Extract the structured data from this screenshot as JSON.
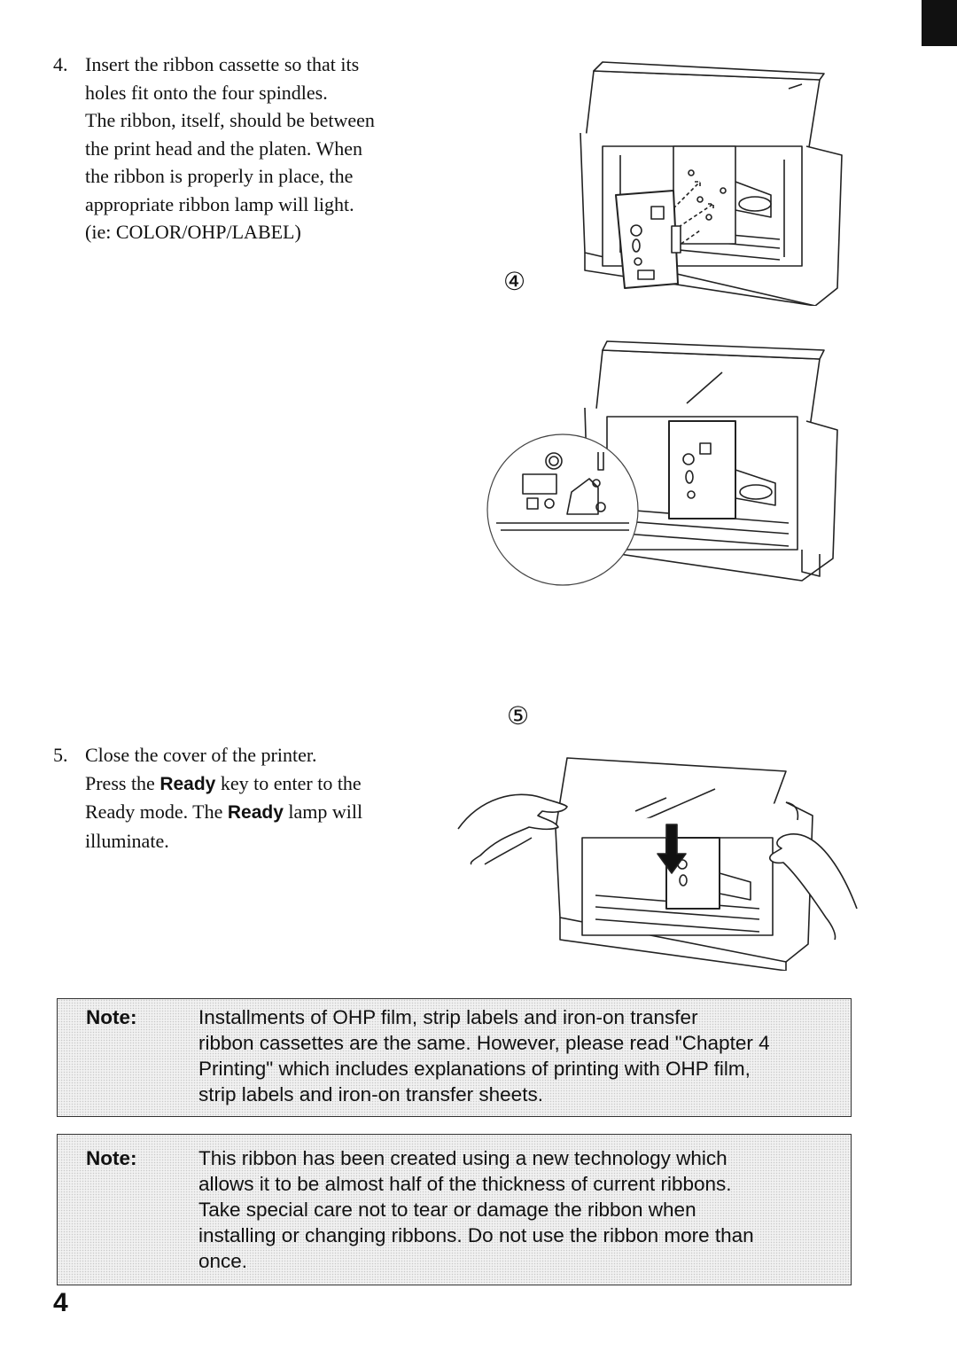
{
  "step4": {
    "number": "4.",
    "lines": [
      "Insert the ribbon cassette so that its",
      "holes fit onto the four spindles.",
      "The ribbon, itself, should be between",
      "the print head and the platen.  When",
      "the ribbon is properly in place, the",
      "appropriate ribbon lamp will light.",
      "(ie: COLOR/OHP/LABEL)"
    ]
  },
  "figure4": {
    "label": "④"
  },
  "figure5": {
    "label": "⑤"
  },
  "step5": {
    "number": "5.",
    "line1": "Close the cover of the printer.",
    "line2_pre": "Press the ",
    "line2_key": "Ready",
    "line2_post": " key to enter to the",
    "line3_pre": "Ready mode.  The ",
    "line3_key": "Ready",
    "line3_post": " lamp will",
    "line4": "illuminate."
  },
  "note1": {
    "label": "Note:",
    "lines": [
      "Installments of OHP film, strip labels  and iron-on transfer",
      "ribbon cassettes are the same.  However, please read \"Chapter 4",
      "Printing\" which includes explanations of printing with OHP film,",
      "strip labels and iron-on transfer sheets."
    ]
  },
  "note2": {
    "label": "Note:",
    "lines": [
      "This ribbon has been created using a new technology which",
      "allows it to be almost half of the thickness of current ribbons.",
      "Take special care not to tear or damage the ribbon when",
      "installing or changing ribbons.  Do not use the ribbon more than",
      "once."
    ]
  },
  "page_number": "4"
}
